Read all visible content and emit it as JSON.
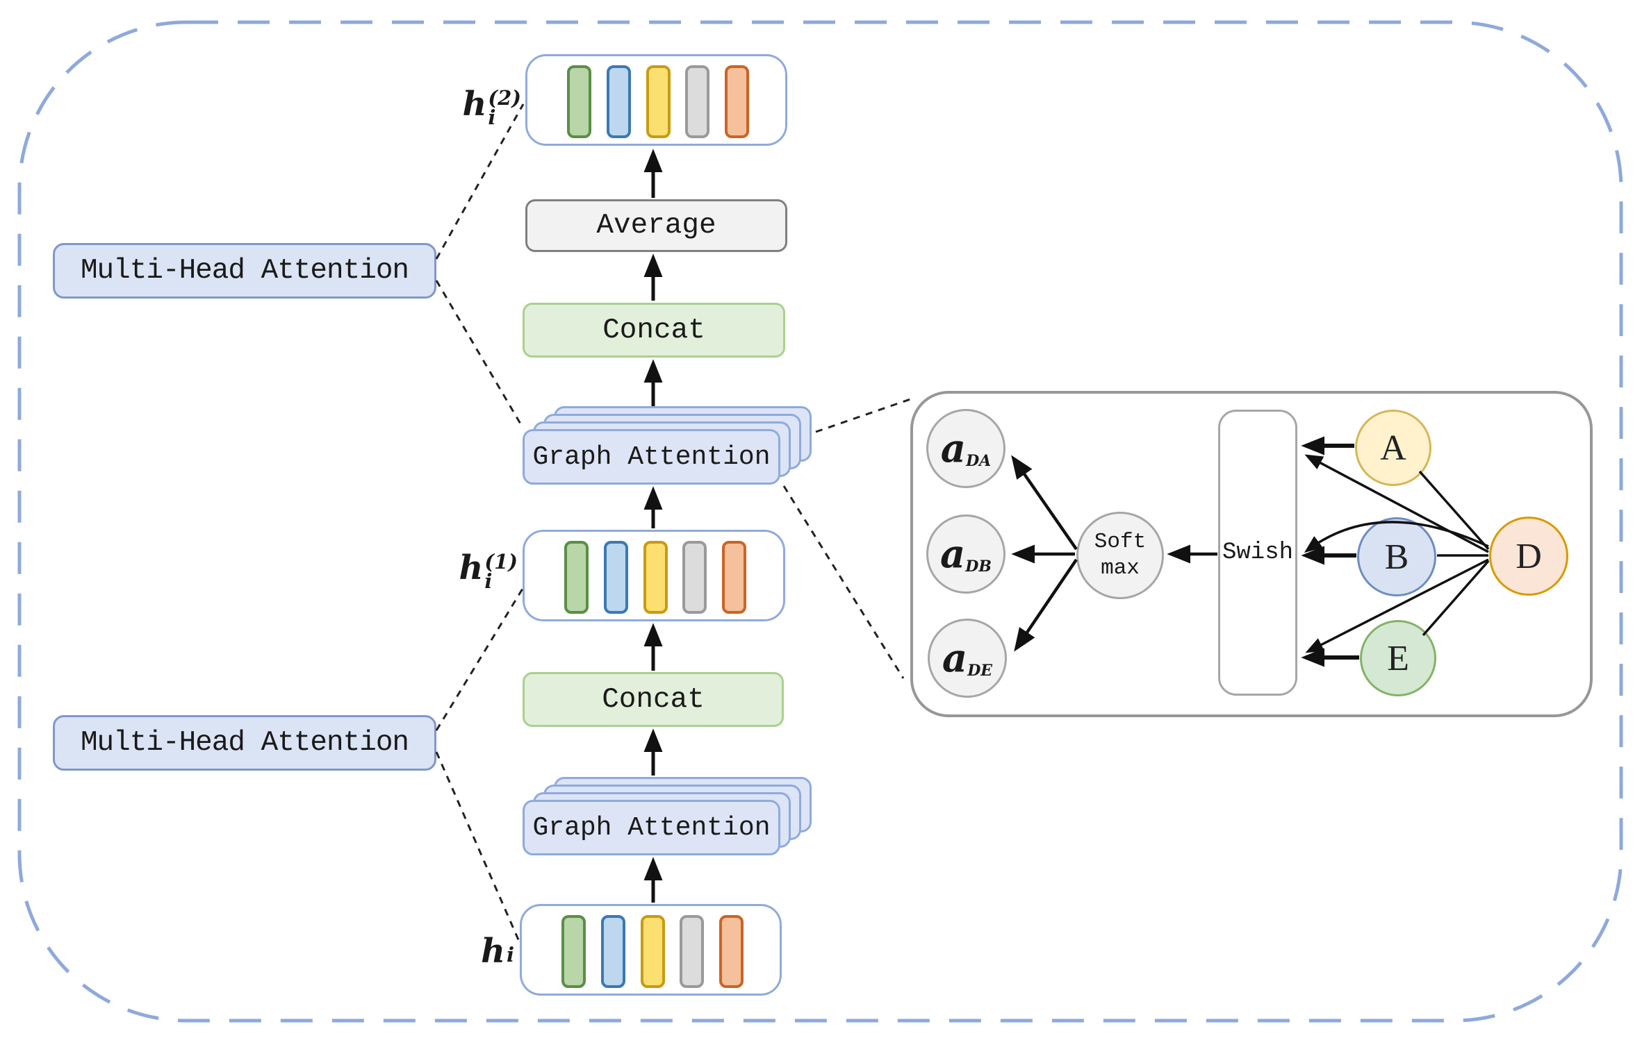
{
  "pipeline": {
    "multi_head_upper_label": "Multi-Head Attention",
    "multi_head_lower_label": "Multi-Head Attention",
    "average_label": "Average",
    "concat_upper_label": "Concat",
    "concat_lower_label": "Concat",
    "graph_attention_upper_label": "Graph Attention",
    "graph_attention_lower_label": "Graph Attention",
    "output_vector_label": {
      "base": "h",
      "sup": "(2)",
      "sub": "i"
    },
    "hidden_vector_label": {
      "base": "h",
      "sup": "(1)",
      "sub": "i"
    },
    "input_vector_label": {
      "base": "h",
      "sup": "",
      "sub": "i"
    },
    "feature_bar_colors": [
      {
        "name": "green",
        "fill": "#b8d6a8",
        "border": "#5a8f46"
      },
      {
        "name": "blue",
        "fill": "#bcd7ee",
        "border": "#3c78b4"
      },
      {
        "name": "yellow",
        "fill": "#fbdf70",
        "border": "#c89b12"
      },
      {
        "name": "gray",
        "fill": "#dcdcdc",
        "border": "#9a9a9a"
      },
      {
        "name": "orange",
        "fill": "#f5c09c",
        "border": "#cb6426"
      }
    ]
  },
  "attention_detail": {
    "coefficients": [
      {
        "base": "a",
        "sub": "DA"
      },
      {
        "base": "a",
        "sub": "DB"
      },
      {
        "base": "a",
        "sub": "DE"
      }
    ],
    "softmax_label_line1": "Soft",
    "softmax_label_line2": "max",
    "activation_label": "Swish",
    "nodes": [
      {
        "id": "A",
        "fill": "#fff2cc",
        "border": "#d6b656"
      },
      {
        "id": "B",
        "fill": "#d9e2f3",
        "border": "#6c8ebf"
      },
      {
        "id": "E",
        "fill": "#d5e8d4",
        "border": "#82b366"
      },
      {
        "id": "D",
        "fill": "#fbe5d6",
        "border": "#d79b00"
      }
    ]
  },
  "colors": {
    "outer_dashed_border": "#8ea9db",
    "multi_head_fill": "#dbe4f4",
    "multi_head_border": "#8097c8",
    "vector_box_border": "#8faadc",
    "average_fill": "#f2f2f2",
    "average_border": "#7f7f7f",
    "concat_fill": "#e2efda",
    "concat_border": "#a9d18e",
    "graph_attention_fill": "#dce4f6",
    "graph_attention_border": "#8faadc",
    "detail_panel_border": "#979797",
    "gray_circle_fill": "#f2f2f2",
    "gray_circle_border": "#a6a6a6",
    "arrow_color": "#111111"
  }
}
